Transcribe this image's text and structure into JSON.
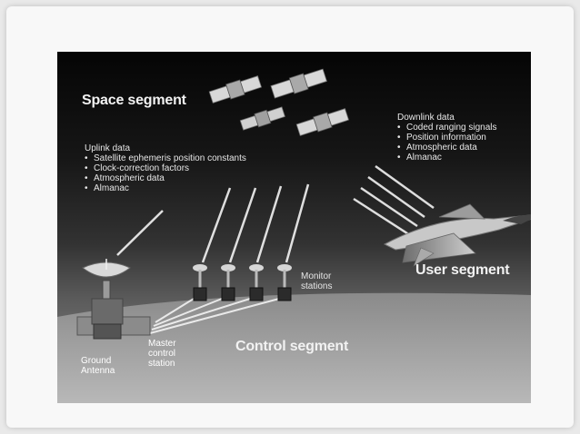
{
  "segments": {
    "space": "Space segment",
    "user": "User segment",
    "control": "Control segment"
  },
  "uplink": {
    "title": "Uplink data",
    "items": [
      "Satellite ephemeris position constants",
      "Clock-correction factors",
      "Atmospheric data",
      "Almanac"
    ]
  },
  "downlink": {
    "title": "Downlink data",
    "items": [
      "Coded ranging signals",
      "Position information",
      "Atmospheric data",
      "Almanac"
    ]
  },
  "stations": {
    "monitor_line1": "Monitor",
    "monitor_line2": "stations",
    "antenna_line1": "Ground",
    "antenna_line2": "Antenna",
    "master_line1": "Master",
    "master_line2": "control",
    "master_line3": "station"
  },
  "colors": {
    "sky_top": "#050505",
    "ground": "#8e8e8e",
    "label_text": "#f2f2f2",
    "beam": "#ffffff"
  }
}
